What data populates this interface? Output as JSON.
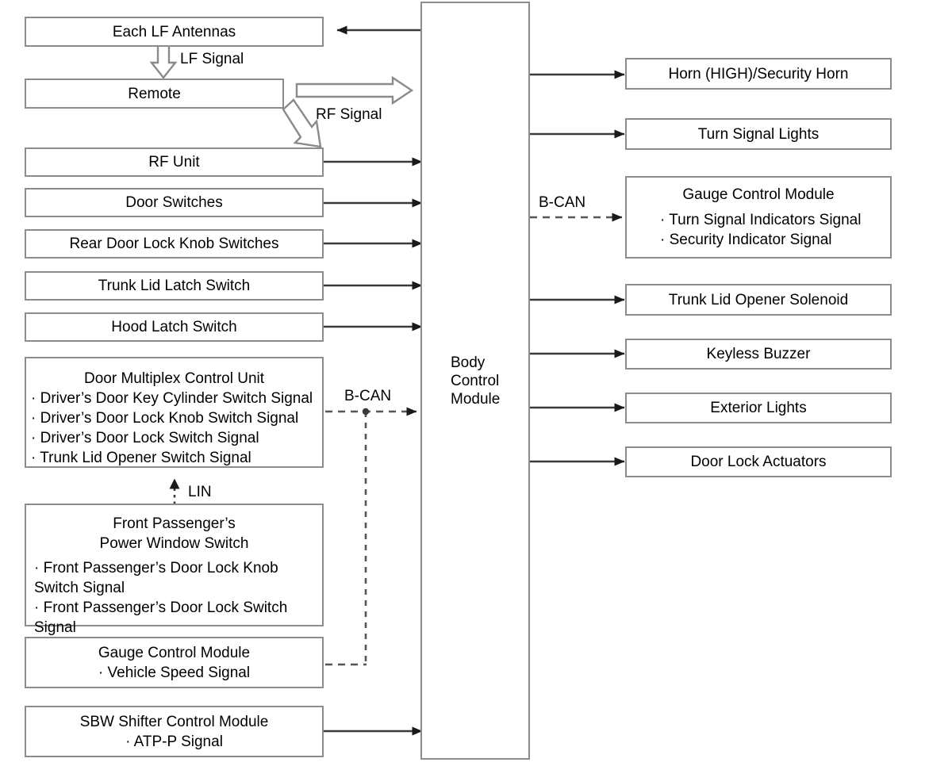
{
  "diagram": {
    "title": "Body Control Module System Block Diagram",
    "colors": {
      "box_border": "#8c8c8c",
      "line": "#3a3a3a",
      "hollow_arrow_stroke": "#7a7a7a",
      "background": "#ffffff"
    }
  },
  "center": {
    "label": "Body\nControl\nModule"
  },
  "inputs": [
    {
      "id": "each-lf-antennas",
      "label": "Each LF Antennas"
    },
    {
      "id": "remote",
      "label": "Remote"
    },
    {
      "id": "rf-unit",
      "label": "RF Unit"
    },
    {
      "id": "door-switches",
      "label": "Door Switches"
    },
    {
      "id": "rear-door-lock-knob-switches",
      "label": "Rear Door Lock Knob Switches"
    },
    {
      "id": "trunk-lid-latch-switch",
      "label": "Trunk Lid Latch Switch"
    },
    {
      "id": "hood-latch-switch",
      "label": "Hood Latch Switch"
    }
  ],
  "door_multiplex": {
    "title": "Door Multiplex Control Unit",
    "bullets": [
      "· Driver’s Door Key Cylinder Switch Signal",
      "· Driver’s Door Lock Knob Switch Signal",
      "· Driver’s Door Lock Switch Signal",
      "· Trunk Lid Opener Switch Signal"
    ]
  },
  "front_passenger": {
    "title_line1": "Front Passenger’s",
    "title_line2": "Power Window Switch",
    "bullets": [
      "· Front Passenger’s Door Lock Knob Switch Signal",
      "· Front Passenger’s Door Lock Switch Signal"
    ]
  },
  "gauge_control_left": {
    "title": "Gauge Control Module",
    "bullets": [
      "· Vehicle Speed Signal"
    ]
  },
  "sbw_shifter": {
    "title": "SBW Shifter Control Module",
    "bullets": [
      "· ATP-P Signal"
    ]
  },
  "outputs": [
    {
      "id": "horn-high-security-horn",
      "label": "Horn (HIGH)/Security Horn"
    },
    {
      "id": "turn-signal-lights",
      "label": "Turn Signal Lights"
    },
    {
      "id": "trunk-lid-opener-solenoid",
      "label": "Trunk Lid Opener Solenoid"
    },
    {
      "id": "keyless-buzzer",
      "label": "Keyless Buzzer"
    },
    {
      "id": "exterior-lights",
      "label": "Exterior Lights"
    },
    {
      "id": "door-lock-actuators",
      "label": "Door Lock Actuators"
    }
  ],
  "gauge_control_right": {
    "title": "Gauge Control Module",
    "bullets": [
      "· Turn Signal Indicators Signal",
      "· Security Indicator Signal"
    ]
  },
  "edge_labels": {
    "lf_signal": "LF Signal",
    "rf_signal": "RF Signal",
    "lin": "LIN",
    "bcan_left": "B-CAN",
    "bcan_right": "B-CAN"
  }
}
